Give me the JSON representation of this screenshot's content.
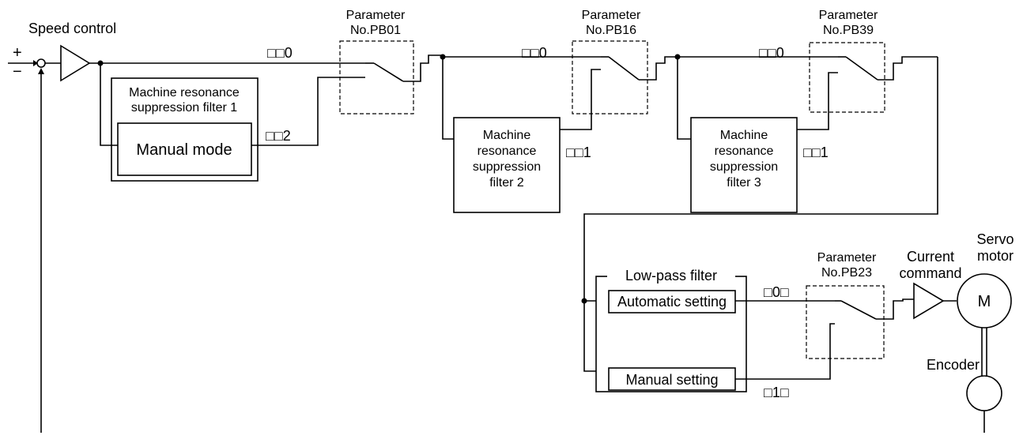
{
  "labels": {
    "speed_control": "Speed control",
    "plus": "+",
    "minus": "−",
    "param_word": "Parameter",
    "pb01": "No.PB01",
    "pb16": "No.PB16",
    "pb39": "No.PB39",
    "pb23": "No.PB23",
    "mrsf1_line1": "Machine resonance",
    "mrsf1_line2": "suppression filter 1",
    "manual_mode": "Manual mode",
    "mrsf_line1": "Machine",
    "mrsf_line2": "resonance",
    "mrsf_line3": "suppression",
    "mrsf2_line4": "filter 2",
    "mrsf3_line4": "filter 3",
    "lowpass": "Low-pass filter",
    "automatic_setting": "Automatic setting",
    "manual_setting": "Manual setting",
    "current": "Current",
    "command": "command",
    "servo": "Servo",
    "motor": "motor",
    "motor_symbol": "M",
    "encoder": "Encoder"
  },
  "settings": {
    "pb01_off": "□□0",
    "pb01_manual": "□□2",
    "pb16_off": "□□0",
    "pb16_on": "□□1",
    "pb39_off": "□□0",
    "pb39_on": "□□1",
    "pb23_auto": "□0□",
    "pb23_manual": "□1□"
  }
}
